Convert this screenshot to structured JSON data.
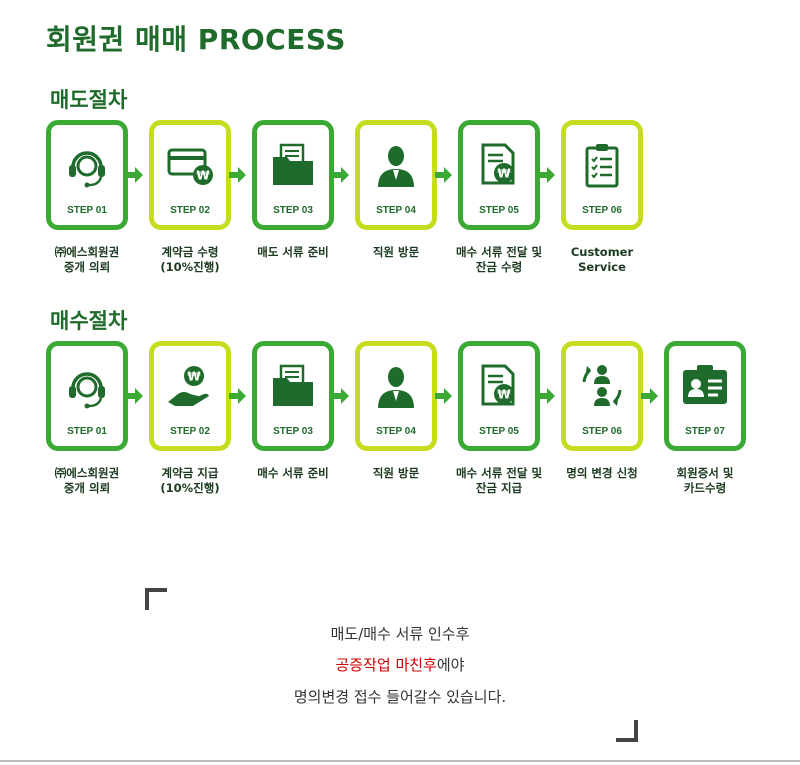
{
  "page_title": "회원권 매매 PROCESS",
  "sell": {
    "heading": "매도절차",
    "steps": [
      {
        "step": "STEP 01",
        "label": "㈜에스회원권\n중개 의뢰",
        "icon": "headset-icon"
      },
      {
        "step": "STEP 02",
        "label": "계약금 수령\n(10%진행)",
        "icon": "card-won-icon"
      },
      {
        "step": "STEP 03",
        "label": "매도 서류 준비",
        "icon": "folder-documents-icon"
      },
      {
        "step": "STEP 04",
        "label": "직원 방문",
        "icon": "staff-person-icon"
      },
      {
        "step": "STEP 05",
        "label": "매수 서류 전달 및\n잔금 수령",
        "icon": "document-won-icon"
      },
      {
        "step": "STEP 06",
        "label": "Customer\nService",
        "icon": "checklist-clipboard-icon"
      }
    ]
  },
  "buy": {
    "heading": "매수절차",
    "steps": [
      {
        "step": "STEP 01",
        "label": "㈜에스회원권\n중개 의뢰",
        "icon": "headset-icon"
      },
      {
        "step": "STEP 02",
        "label": "계약금 지급\n(10%진행)",
        "icon": "hand-coin-icon"
      },
      {
        "step": "STEP 03",
        "label": "매수 서류 준비",
        "icon": "folder-documents-icon"
      },
      {
        "step": "STEP 04",
        "label": "직원 방문",
        "icon": "staff-person-icon"
      },
      {
        "step": "STEP 05",
        "label": "매수 서류 전달 및\n잔금 지급",
        "icon": "document-won-icon"
      },
      {
        "step": "STEP 06",
        "label": "명의 변경 신청",
        "icon": "people-exchange-icon"
      },
      {
        "step": "STEP 07",
        "label": "회원증서 및\n카드수령",
        "icon": "member-card-icon"
      }
    ]
  },
  "notice": {
    "line1": "매도/매수 서류 인수후",
    "line2_red": "공증작업 마친후",
    "line2_rest": "에야",
    "line3": "명의변경 접수 들어갈수 있습니다."
  },
  "colors": {
    "green": "#3aaa35",
    "lime": "#c6dc1f",
    "dark_green": "#1f6b2b",
    "notice_red": "#d20000"
  }
}
